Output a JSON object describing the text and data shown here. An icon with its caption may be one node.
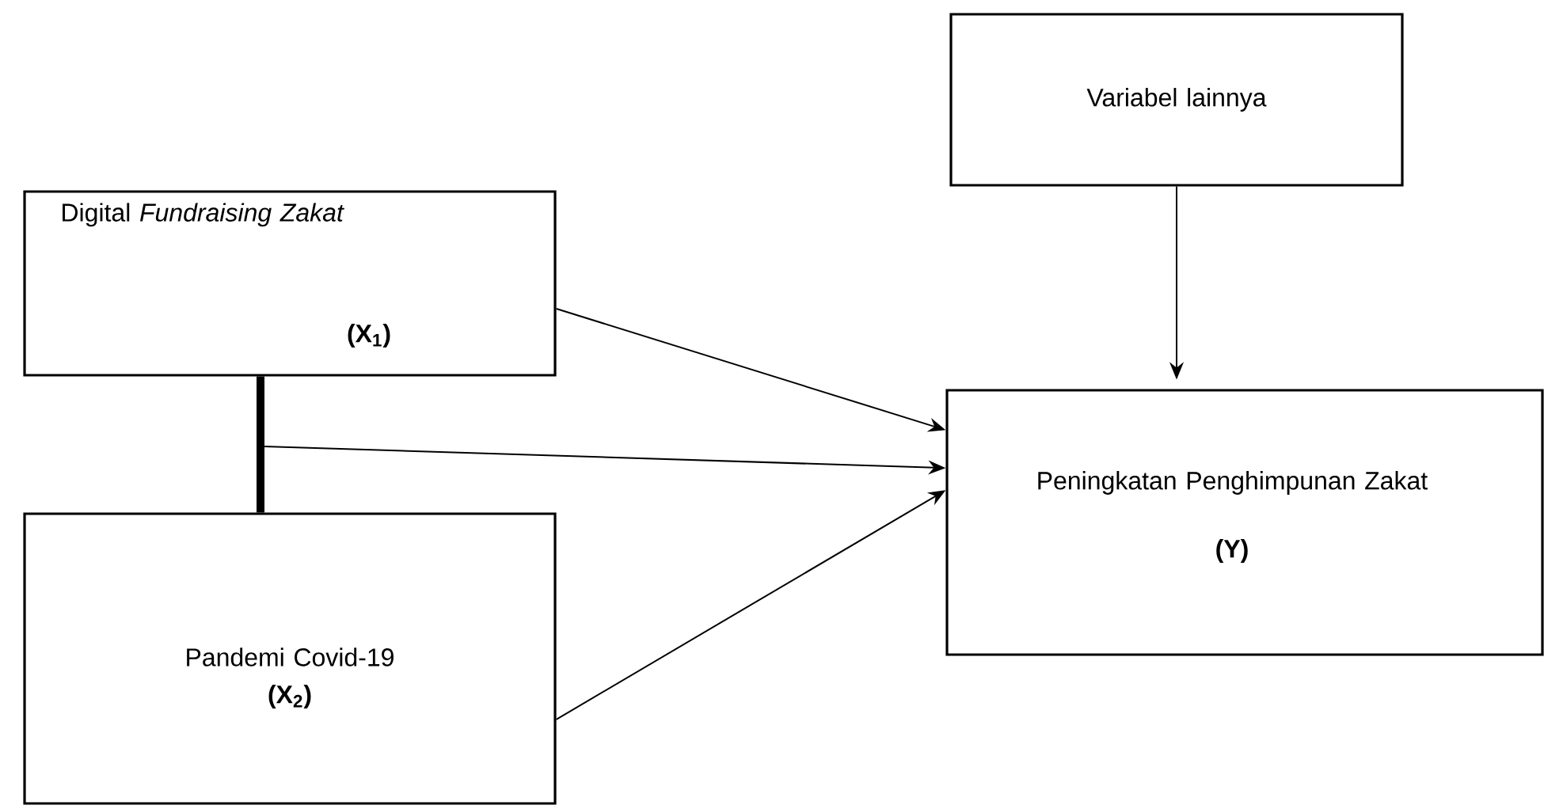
{
  "diagram": {
    "nodes": [
      {
        "text": [
          "Digital *Fundraising Zakat*",
          "(X$_{1}$)"
        ]
      },
      {
        "text": [
          "Pandemi Covid-19",
          "(X$_{2}$)"
        ]
      },
      {
        "text": [
          "Variabel lainnya"
        ]
      },
      {
        "text": [
          "Peningkatan Penghimpunan Zakat",
          "(Y)"
        ]
      }
    ],
    "edges": [
      {
        "from": 0,
        "to": 1,
        "arrow": "none",
        "style": "thick"
      },
      {
        "from": 0,
        "to": 3,
        "arrow": "to"
      },
      {
        "from": null,
        "to": 3,
        "arrow": "to"
      },
      {
        "from": 1,
        "to": 3,
        "arrow": "to"
      },
      {
        "from": 2,
        "to": 3,
        "arrow": "to"
      }
    ]
  }
}
